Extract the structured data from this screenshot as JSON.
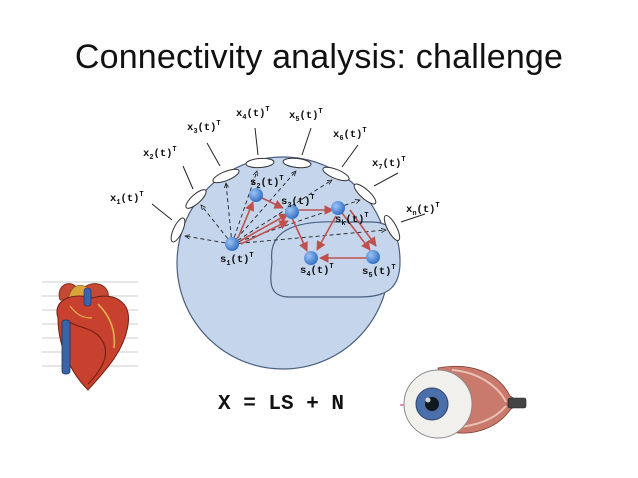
{
  "slide": {
    "title": "Connectivity analysis: challenge",
    "formula": "X = LS + N"
  },
  "sensors": [
    {
      "base": "x",
      "sub": "1",
      "rest": "(t)",
      "sup": "T"
    },
    {
      "base": "x",
      "sub": "2",
      "rest": "(t)",
      "sup": "T"
    },
    {
      "base": "x",
      "sub": "3",
      "rest": "(t)",
      "sup": "T"
    },
    {
      "base": "x",
      "sub": "4",
      "rest": "(t)",
      "sup": "T"
    },
    {
      "base": "x",
      "sub": "5",
      "rest": "(t)",
      "sup": "T"
    },
    {
      "base": "x",
      "sub": "6",
      "rest": "(t)",
      "sup": "T"
    },
    {
      "base": "x",
      "sub": "7",
      "rest": "(t)",
      "sup": "T"
    },
    {
      "base": "x",
      "sub": "n",
      "rest": "(t)",
      "sup": "T"
    }
  ],
  "sources": [
    {
      "base": "s",
      "sub": "1",
      "rest": "(t)",
      "sup": "T"
    },
    {
      "base": "s",
      "sub": "2",
      "rest": "(t)",
      "sup": "T"
    },
    {
      "base": "s",
      "sub": "3",
      "rest": "(t)",
      "sup": "T"
    },
    {
      "base": "s",
      "sub": "k",
      "rest": "(t)",
      "sup": "T"
    },
    {
      "base": "s",
      "sub": "4",
      "rest": "(t)",
      "sup": "T"
    },
    {
      "base": "s",
      "sub": "5",
      "rest": "(t)",
      "sup": "T"
    }
  ],
  "colors": {
    "head": "#c5d6ec",
    "head_stroke": "#4a5f80",
    "source_dot": "#3f7fd6",
    "connection_arrow": "#c0504d",
    "projection_line": "#222222"
  },
  "illustrations": {
    "left": "heart-illustration",
    "right": "eye-illustration"
  }
}
